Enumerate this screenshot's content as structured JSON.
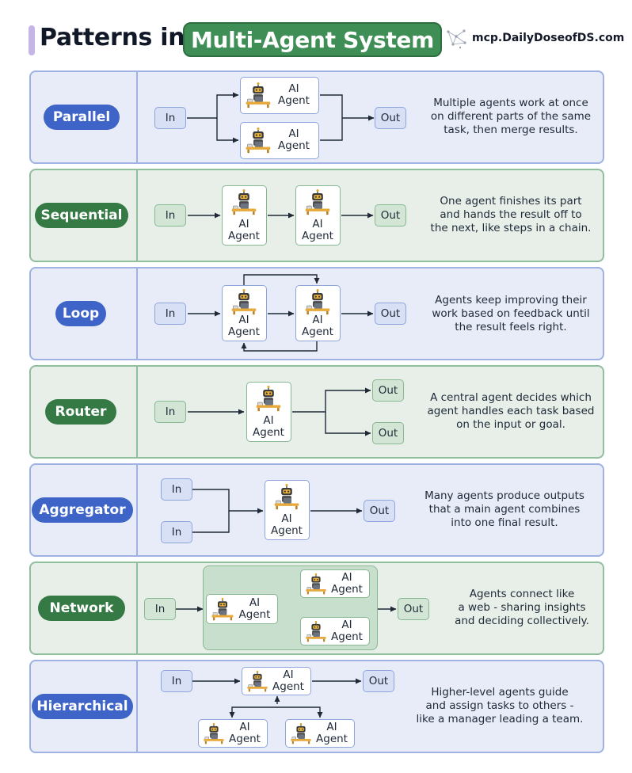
{
  "header": {
    "title_prefix": "Patterns in",
    "title_highlight": "Multi-Agent System",
    "site": "mcp.DailyDoseofDS.com"
  },
  "common": {
    "in_label": "In",
    "out_label": "Out",
    "agent_line1": "AI",
    "agent_line2": "Agent"
  },
  "patterns": [
    {
      "name": "Parallel",
      "description": [
        "Multiple agents work at once",
        "on different parts of the same",
        "task, then merge results."
      ]
    },
    {
      "name": "Sequential",
      "description": [
        "One agent finishes its part",
        "and hands the result off to",
        "the next, like steps in a chain."
      ]
    },
    {
      "name": "Loop",
      "description": [
        "Agents keep improving their",
        "work based on feedback until",
        "the result feels right."
      ]
    },
    {
      "name": "Router",
      "description": [
        "A central agent decides which",
        "agent handles each task based",
        "on the input or goal."
      ]
    },
    {
      "name": "Aggregator",
      "description": [
        "Many agents produce outputs",
        "that a main agent combines",
        "into one final result."
      ]
    },
    {
      "name": "Network",
      "description": [
        "Agents connect like",
        "a web - sharing insights",
        "and deciding collectively."
      ]
    },
    {
      "name": "Hierarchical",
      "description": [
        "Higher-level agents guide",
        "and assign tasks to others -",
        "like a manager leading a team."
      ]
    }
  ],
  "colors": {
    "blue_pill": "#3f64c8",
    "green_pill": "#357a45",
    "title_highlight_bg": "#3e8e55",
    "blue_panel": "#e8ecf8",
    "green_panel": "#e7efe8"
  },
  "icons": [
    "robot-agent-icon",
    "logo-icon",
    "arrow-icon"
  ]
}
